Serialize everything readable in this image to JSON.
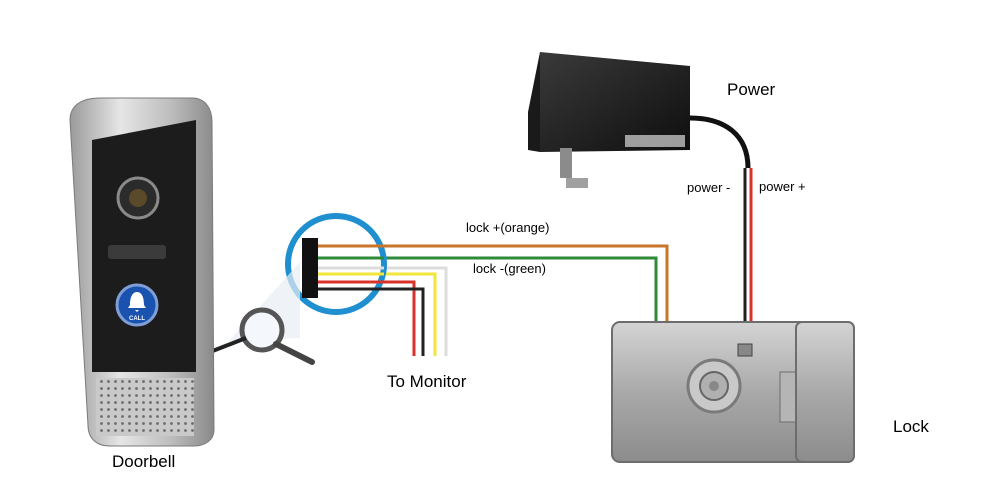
{
  "labels": {
    "doorbell": "Doorbell",
    "to_monitor": "To Monitor",
    "power": "Power",
    "lock": "Lock",
    "lock_plus": "lock +(orange)",
    "lock_minus": "lock -(green)",
    "power_minus": "power -",
    "power_plus": "power +",
    "call_button": "CALL"
  },
  "wires": [
    {
      "name": "lock-plus-wire",
      "color": "#c8752a"
    },
    {
      "name": "lock-minus-wire",
      "color": "#2f8a3a"
    },
    {
      "name": "power-minus-wire",
      "color": "#222222"
    },
    {
      "name": "power-plus-wire",
      "color": "#d9312b"
    }
  ],
  "monitor_wire_colors": [
    "#d9312b",
    "#222222",
    "#f2e63a",
    "#dcdcdc"
  ]
}
